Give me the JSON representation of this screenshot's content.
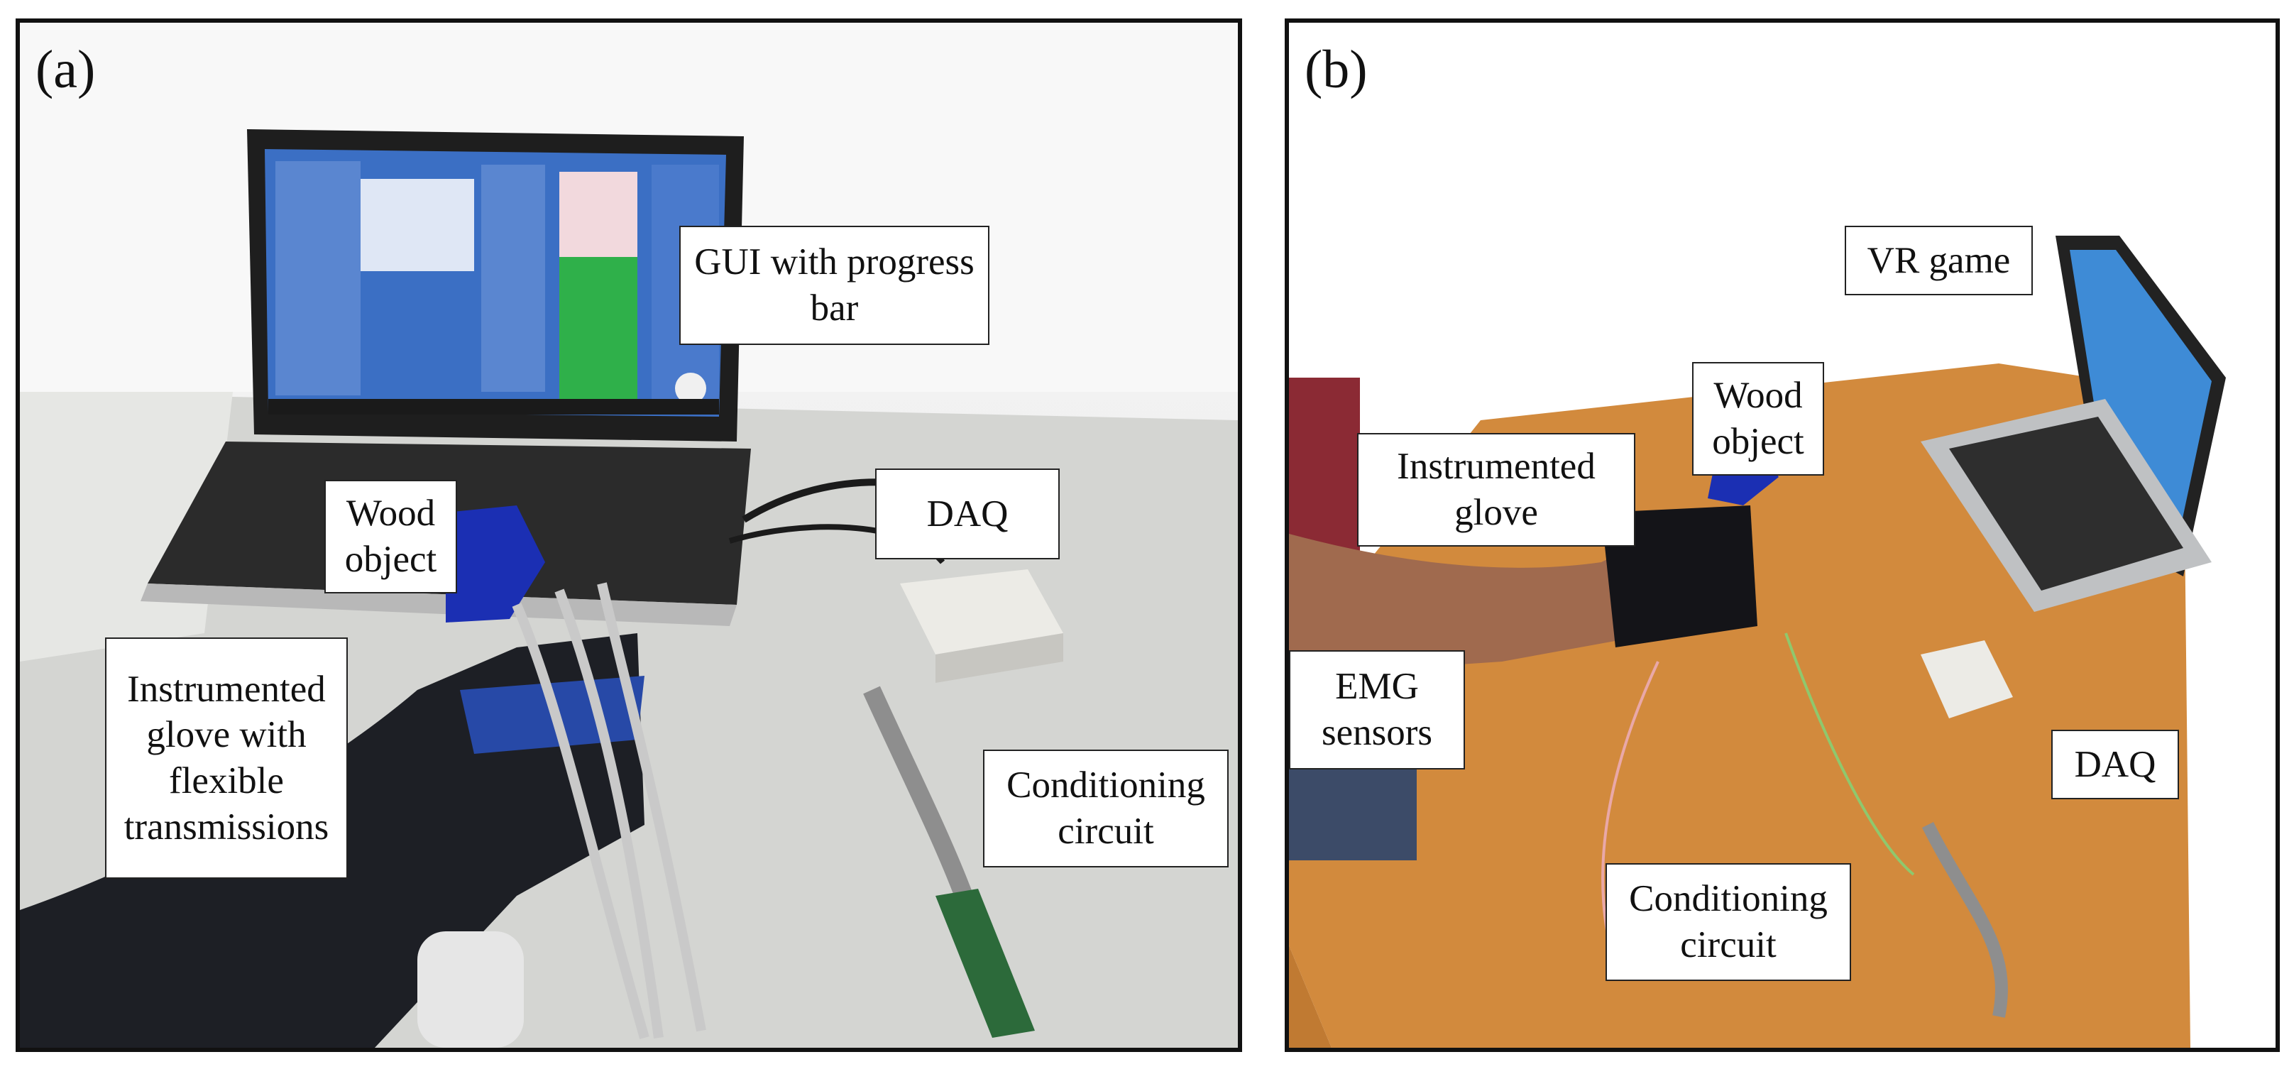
{
  "panel_a": {
    "label": "(a)",
    "callouts": {
      "gui": "GUI with progress\nbar",
      "wood_object": "Wood\nobject",
      "daq": "DAQ",
      "glove": "Instrumented\nglove with\nflexible\ntransmissions",
      "conditioning": "Conditioning\ncircuit"
    }
  },
  "panel_b": {
    "label": "(b)",
    "callouts": {
      "vr_game": "VR game",
      "wood_object": "Wood\nobject",
      "glove": "Instrumented\nglove",
      "emg": "EMG\nsensors",
      "daq": "DAQ",
      "conditioning": "Conditioning\ncircuit"
    }
  },
  "colors": {
    "laptop_screen": "#3b6fc4",
    "progress_bar_fill": "#2fb04a",
    "wood_object": "#1b2fb3",
    "table_b": "#d28a3d"
  }
}
